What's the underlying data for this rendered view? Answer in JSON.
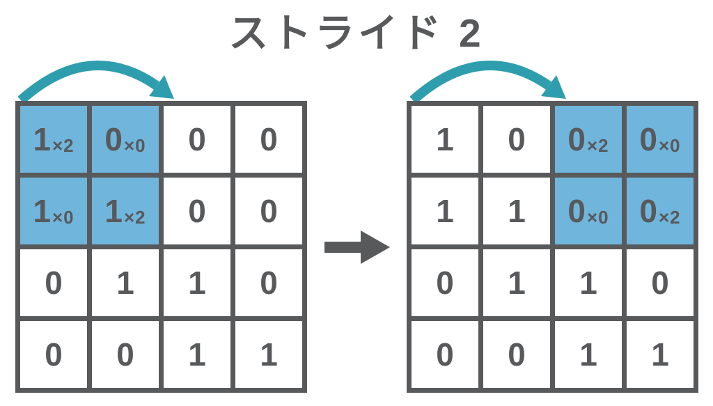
{
  "title": "ストライド 2",
  "colors": {
    "ink_gray": "#58595b",
    "arrow_teal": "#2e9eae",
    "highlight_blue": "#6fb5dc",
    "background": "#ffffff"
  },
  "icons": {
    "stride_hop_arrow": "curved-arrow-spanning-two-columns",
    "transform_arrow": "right-arrow"
  },
  "grids": {
    "left": {
      "label": "input-grid-window-at-columns-1-2",
      "rows": [
        [
          {
            "value": "1",
            "mult": "×2",
            "highlight": true
          },
          {
            "value": "0",
            "mult": "×0",
            "highlight": true
          },
          {
            "value": "0",
            "mult": "",
            "highlight": false
          },
          {
            "value": "0",
            "mult": "",
            "highlight": false
          }
        ],
        [
          {
            "value": "1",
            "mult": "×0",
            "highlight": true
          },
          {
            "value": "1",
            "mult": "×2",
            "highlight": true
          },
          {
            "value": "0",
            "mult": "",
            "highlight": false
          },
          {
            "value": "0",
            "mult": "",
            "highlight": false
          }
        ],
        [
          {
            "value": "0",
            "mult": "",
            "highlight": false
          },
          {
            "value": "1",
            "mult": "",
            "highlight": false
          },
          {
            "value": "1",
            "mult": "",
            "highlight": false
          },
          {
            "value": "0",
            "mult": "",
            "highlight": false
          }
        ],
        [
          {
            "value": "0",
            "mult": "",
            "highlight": false
          },
          {
            "value": "0",
            "mult": "",
            "highlight": false
          },
          {
            "value": "1",
            "mult": "",
            "highlight": false
          },
          {
            "value": "1",
            "mult": "",
            "highlight": false
          }
        ]
      ]
    },
    "right": {
      "label": "input-grid-window-at-columns-3-4",
      "rows": [
        [
          {
            "value": "1",
            "mult": "",
            "highlight": false
          },
          {
            "value": "0",
            "mult": "",
            "highlight": false
          },
          {
            "value": "0",
            "mult": "×2",
            "highlight": true
          },
          {
            "value": "0",
            "mult": "×0",
            "highlight": true
          }
        ],
        [
          {
            "value": "1",
            "mult": "",
            "highlight": false
          },
          {
            "value": "1",
            "mult": "",
            "highlight": false
          },
          {
            "value": "0",
            "mult": "×0",
            "highlight": true
          },
          {
            "value": "0",
            "mult": "×2",
            "highlight": true
          }
        ],
        [
          {
            "value": "0",
            "mult": "",
            "highlight": false
          },
          {
            "value": "1",
            "mult": "",
            "highlight": false
          },
          {
            "value": "1",
            "mult": "",
            "highlight": false
          },
          {
            "value": "0",
            "mult": "",
            "highlight": false
          }
        ],
        [
          {
            "value": "0",
            "mult": "",
            "highlight": false
          },
          {
            "value": "0",
            "mult": "",
            "highlight": false
          },
          {
            "value": "1",
            "mult": "",
            "highlight": false
          },
          {
            "value": "1",
            "mult": "",
            "highlight": false
          }
        ]
      ]
    }
  }
}
